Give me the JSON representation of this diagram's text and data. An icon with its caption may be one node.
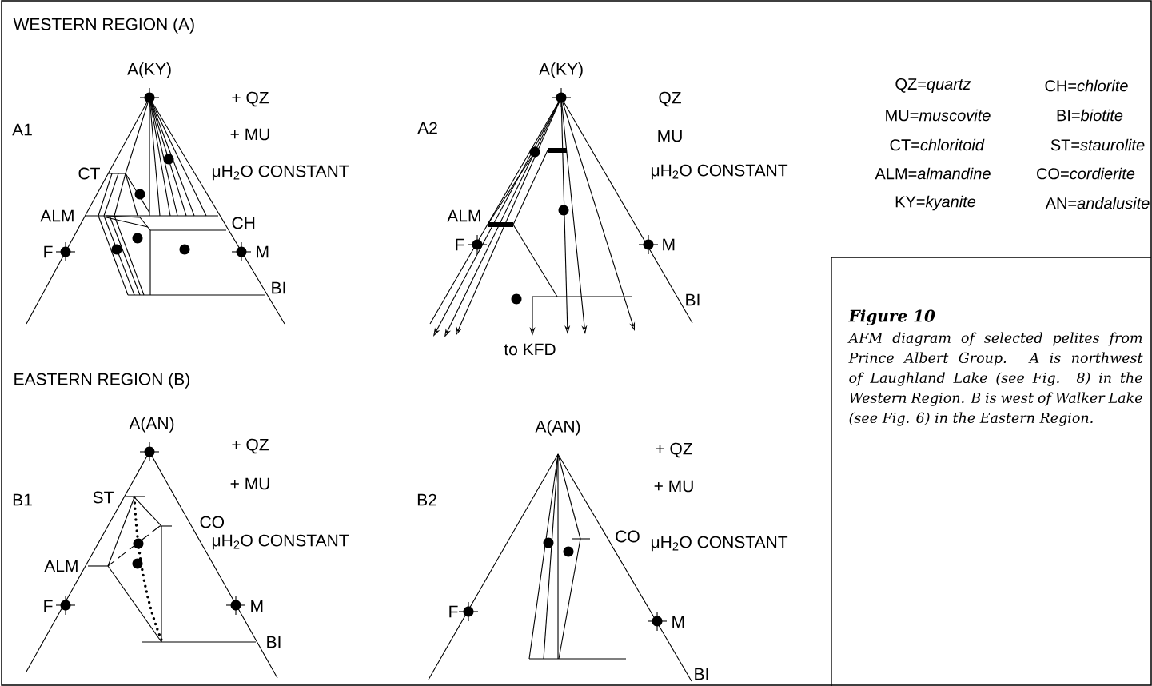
{
  "diagram": {
    "caption": "AFM diagram of selected pelites from Prince Albert Group.  A is northwest of Laughland Lake (see Fig. 8) in the Western Region.  B is west of Walker Lake (see Fig. 6) in the Eastern Region.",
    "labels": [
      "WESTERN REGION (A)",
      "A(KY)",
      "+ QZ",
      "A1",
      "+ MU",
      "CT",
      "μH$_{2}$O CONSTANT",
      "ALM",
      "CH",
      "F",
      "M",
      "BI",
      "A(KY)",
      "QZ",
      "A2",
      "MU",
      "μH$_{2}$O CONSTANT",
      "ALM",
      "F",
      "M",
      "BI",
      "to KFD",
      "EASTERN REGION (B)",
      "A(AN)",
      "+ QZ",
      "+ MU",
      "B1",
      "ST",
      "CO",
      "μH$_{2}$O CONSTANT",
      "ALM",
      "F",
      "M",
      "BI",
      "A(AN)",
      "+ QZ",
      "+ MU",
      "B2",
      "CO",
      "μH$_{2}$O CONSTANT",
      "F",
      "M",
      "BI",
      "Figure 10",
      "QZ=*quartz*",
      "CH=*chlorite*",
      "MU=*muscovite*",
      "BI=*biotite*",
      "CT=*chloritoid*",
      "ST=*staurolite*",
      "ALM=*almandine*",
      "CO=*cordierite*",
      "KY=*kyanite*",
      "AN=*andalusite*"
    ]
  }
}
